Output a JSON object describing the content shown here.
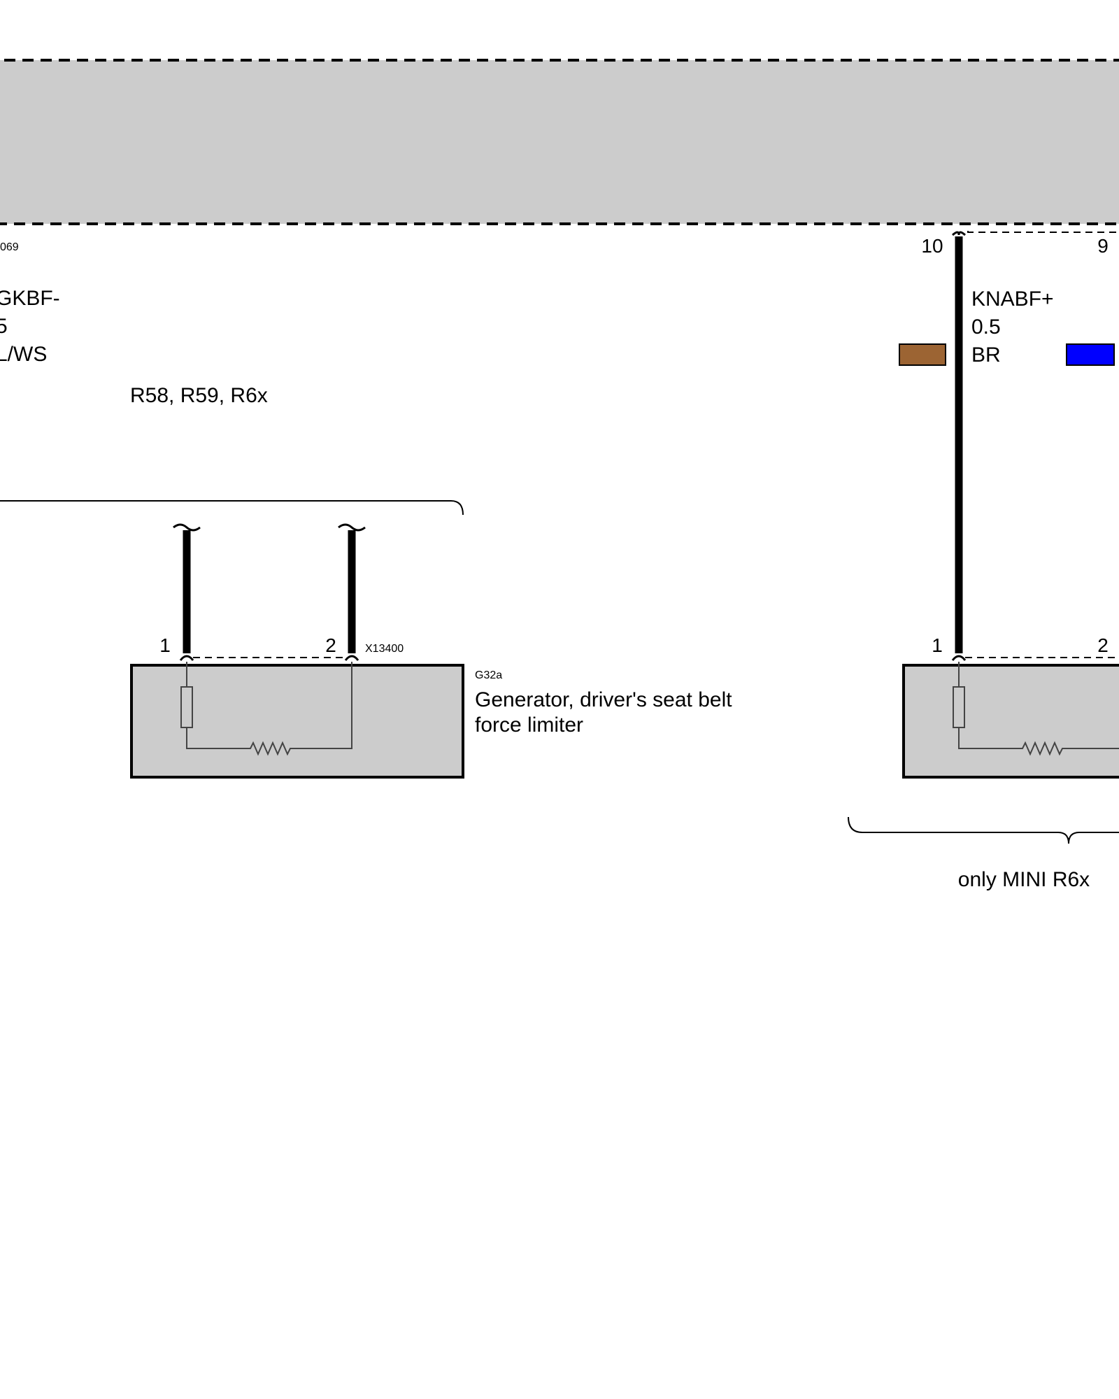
{
  "colors": {
    "module_fill": "#cccccc",
    "wire": "#000000",
    "brown_swatch": "#9c6433",
    "blue_swatch": "#0000ff"
  },
  "top_module": {
    "connector_partial": "069",
    "pin_left": "10",
    "pin_right": "9"
  },
  "left_wire": {
    "signal_partial": "GKBF-",
    "size_partial": "5",
    "color_partial": "L/WS"
  },
  "right_wire": {
    "signal": "KNABF+",
    "size": "0.5",
    "color": "BR"
  },
  "variant_left": "R58, R59, R6x",
  "variant_right": "only MINI R6x",
  "generator_left": {
    "pin1": "1",
    "pin2": "2",
    "connector": "X13400",
    "id": "G32a",
    "name_line1": "Generator, driver's seat belt",
    "name_line2": "force limiter"
  },
  "generator_right": {
    "pin1": "1",
    "pin2": "2"
  }
}
